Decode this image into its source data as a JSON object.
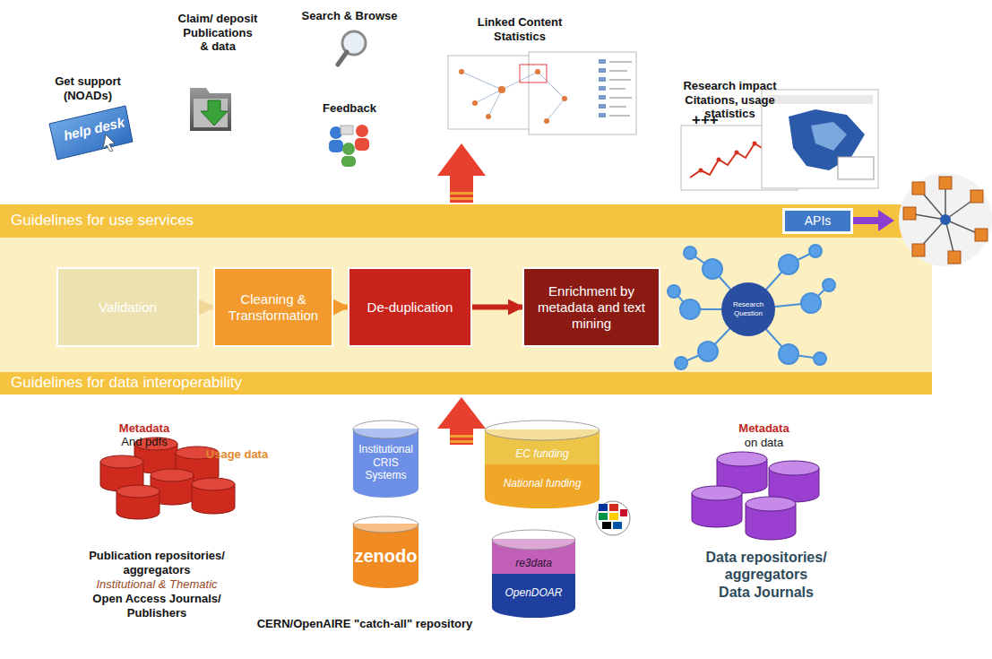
{
  "diagram": {
    "nodes": [
      {
        "text": [
          "Guidelines for use services",
          "Guidelines for data interoperability"
        ]
      },
      {
        "text": [
          "Validation"
        ],
        "in": 0
      },
      {
        "text": [
          "Cleaning & Transformation"
        ],
        "in": 0
      },
      {
        "text": [
          "De-duplication"
        ],
        "in": 0
      },
      {
        "text": [
          "Enrichment by metadata and text mining"
        ],
        "in": 0
      },
      {
        "text": [
          "Research Question"
        ],
        "in": 0
      },
      {
        "text": [
          "APIs"
        ],
        "in": 0
      },
      {
        "text": [
          "Institutional CRIS Systems"
        ]
      },
      {
        "text": [
          "EC funding",
          "National funding"
        ]
      },
      {
        "text": [
          "zenodo"
        ]
      },
      {
        "text": [
          "re3data",
          "OpenDOAR"
        ]
      }
    ],
    "edges": [
      {
        "from": 1,
        "to": 2,
        "arrow": "to"
      },
      {
        "from": 2,
        "to": 3,
        "arrow": "to"
      },
      {
        "from": 3,
        "to": 4,
        "arrow": "to"
      }
    ],
    "labels": [
      "Get support (NOADs)",
      "help desk",
      "Claim/ deposit Publications & data",
      "Search & Browse",
      "Feedback",
      "Linked Content Statistics",
      "Research impact Citations, usage statistics",
      "+++",
      "Metadata",
      "And pdfs",
      "Usage data",
      "Publication repositories/ aggregators",
      "Institutional & Thematic",
      "Open Access Journals/ Publishers",
      "CERN/OpenAIRE \"catch-all\" repository",
      "Metadata",
      "on data",
      "Data repositories/ aggregators",
      "Data Journals"
    ]
  }
}
